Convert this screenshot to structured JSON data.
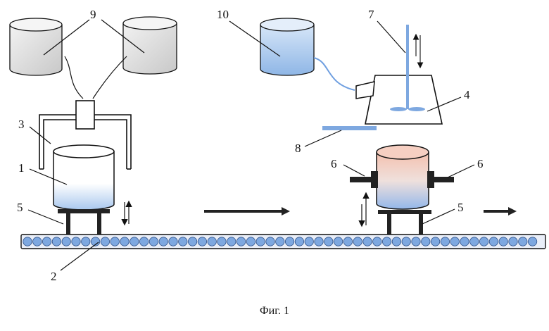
{
  "caption": "Фиг. 1",
  "labels": {
    "l1": "1",
    "l2": "2",
    "l3": "3",
    "l4": "4",
    "l5a": "5",
    "l5b": "5",
    "l6a": "6",
    "l6b": "6",
    "l7": "7",
    "l8": "8",
    "l9": "9",
    "l10": "10"
  },
  "colors": {
    "conveyor_fill": "#7ea8e0",
    "tank_grey": "#d9d9d9",
    "tank_blue": "#9dbfe8",
    "liquid_blue": "#6f9fe0",
    "blend_top": "#f0b8a8",
    "outline": "#111111"
  }
}
